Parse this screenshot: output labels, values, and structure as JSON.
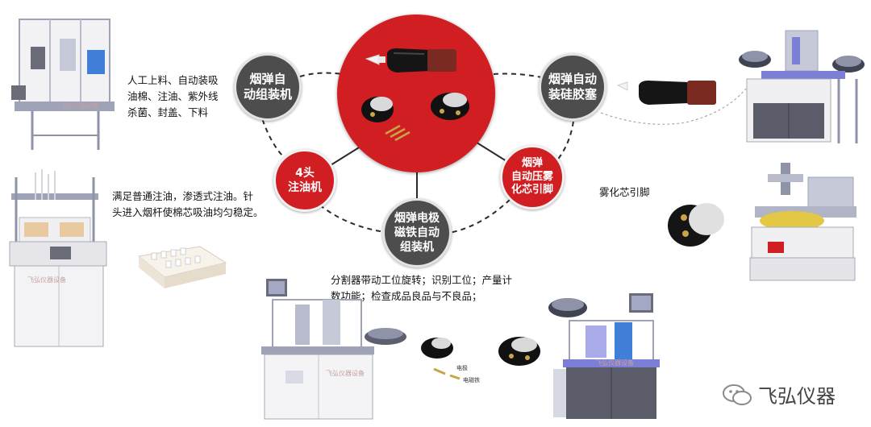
{
  "hub": {
    "color": "#d01e22"
  },
  "nodes": {
    "auto_assembly": "烟弹自\n动组装机",
    "silicone_plug": "烟弹自动\n装硅胶塞",
    "oil_filling": "4头\n注油机",
    "atomizer_pin": "烟弹\n自动压雾\n化芯引脚",
    "electrode_magnet": "烟弹电极\n磁铁自动\n组装机"
  },
  "descriptions": {
    "auto_assembly": "人工上料、自动装吸\n油棉、注油、紫外线\n杀菌、封盖、下料",
    "oil_filling": "满足普通注油，渗透式注油。针\n头进入烟杆使棉芯吸油均匀稳定。",
    "electrode_magnet": "分割器带动工位旋转；识别工位；产量计\n数功能；检查成品良品与不良品；",
    "atomizer_pin": "雾化芯引脚"
  },
  "parts": {
    "electrode": "电极",
    "magnet": "电磁铁"
  },
  "watermark": {
    "brand": "飞弘仪器设备"
  },
  "logo": {
    "name": "飞弘仪器"
  },
  "colors": {
    "node_gray": "#4d4d4d",
    "node_red": "#d01e22",
    "machine_purple": "#7c7fd6"
  }
}
